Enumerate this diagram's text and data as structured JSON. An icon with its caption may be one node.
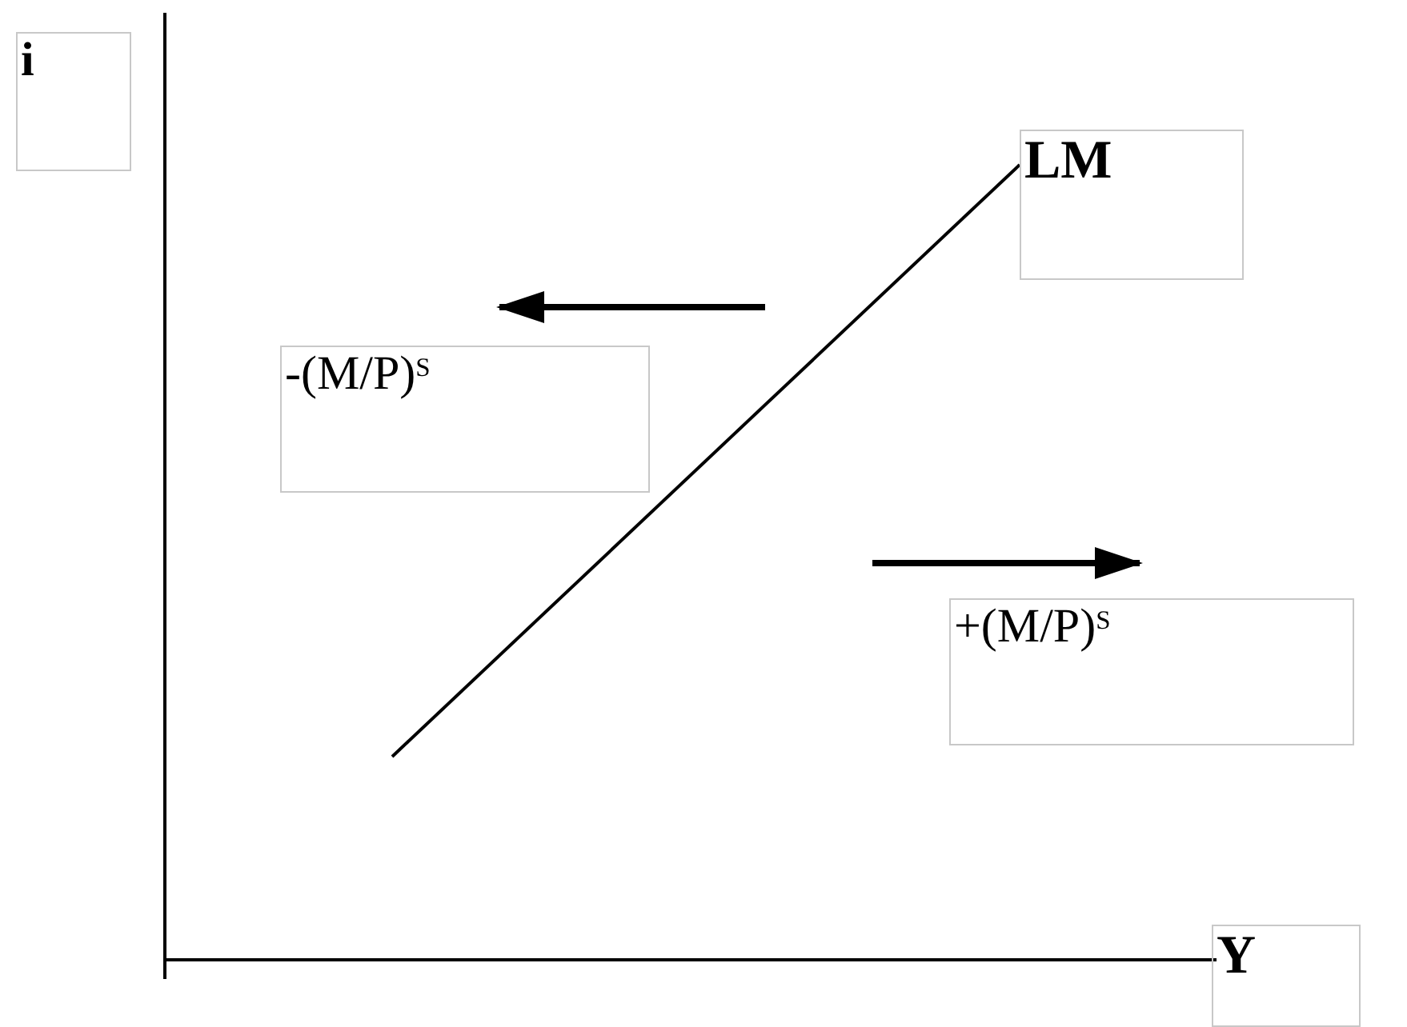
{
  "diagram": {
    "nodes": [
      {
        "text": [
          "i"
        ]
      },
      {
        "text": [
          "LM"
        ]
      },
      {
        "text": [
          "-(M/P)$^{S}$"
        ]
      },
      {
        "text": [
          "+(M/P)$^{S}$"
        ]
      },
      {
        "text": [
          "Y"
        ]
      }
    ],
    "edges": []
  }
}
